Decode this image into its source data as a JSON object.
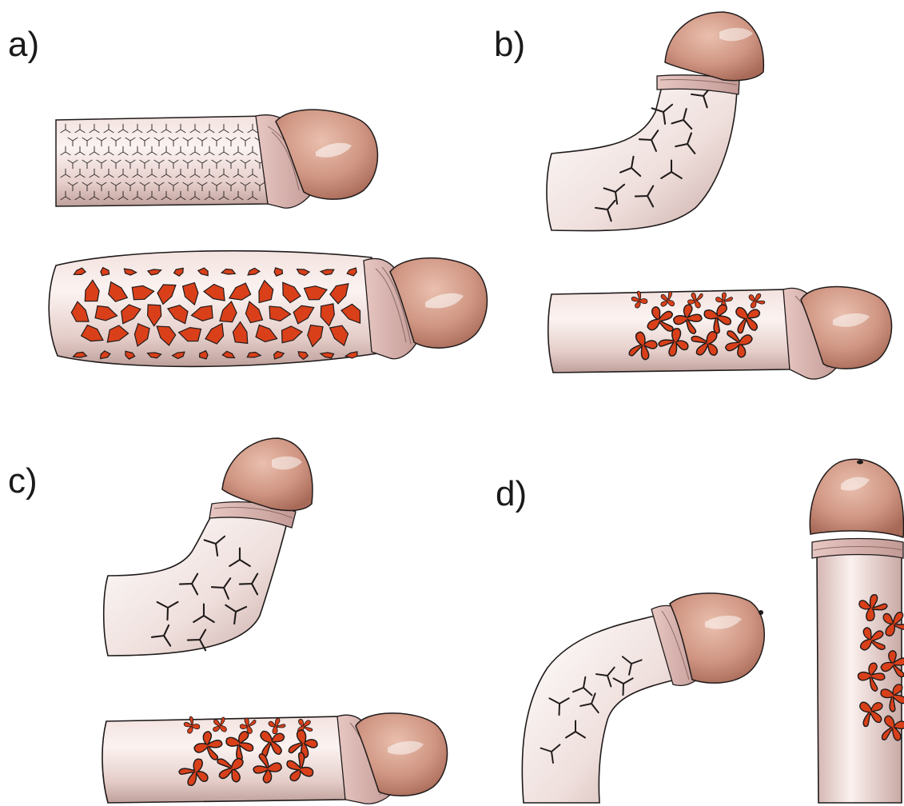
{
  "panels": [
    {
      "label": "a)"
    },
    {
      "label": "b)"
    },
    {
      "label": "c)"
    },
    {
      "label": "d)"
    }
  ],
  "colors": {
    "shaft_light": "#f8ecea",
    "shaft_mid": "#e8d2cf",
    "shaft_dark": "#c9aaa6",
    "head_light": "#e6b3a0",
    "head_dark": "#b97b68",
    "collar": "#d9b1ad",
    "plaque_red": "#d9401a",
    "outline": "#1f1a1a"
  },
  "icons": [
    "y-shaped-lesion-mark",
    "polygonal-plaque",
    "tri-lobe-plaque"
  ]
}
